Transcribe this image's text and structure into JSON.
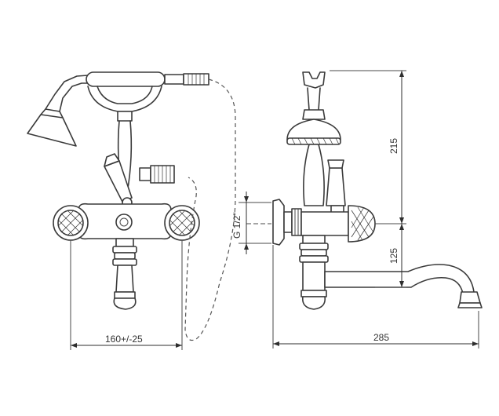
{
  "dimensions": {
    "width_mixer": "160+/-25",
    "width_total": "285",
    "height_upper": "215",
    "height_lower": "125",
    "thread": "G 1/2\""
  },
  "colors": {
    "line": "#3a3a3a",
    "background": "#ffffff"
  }
}
